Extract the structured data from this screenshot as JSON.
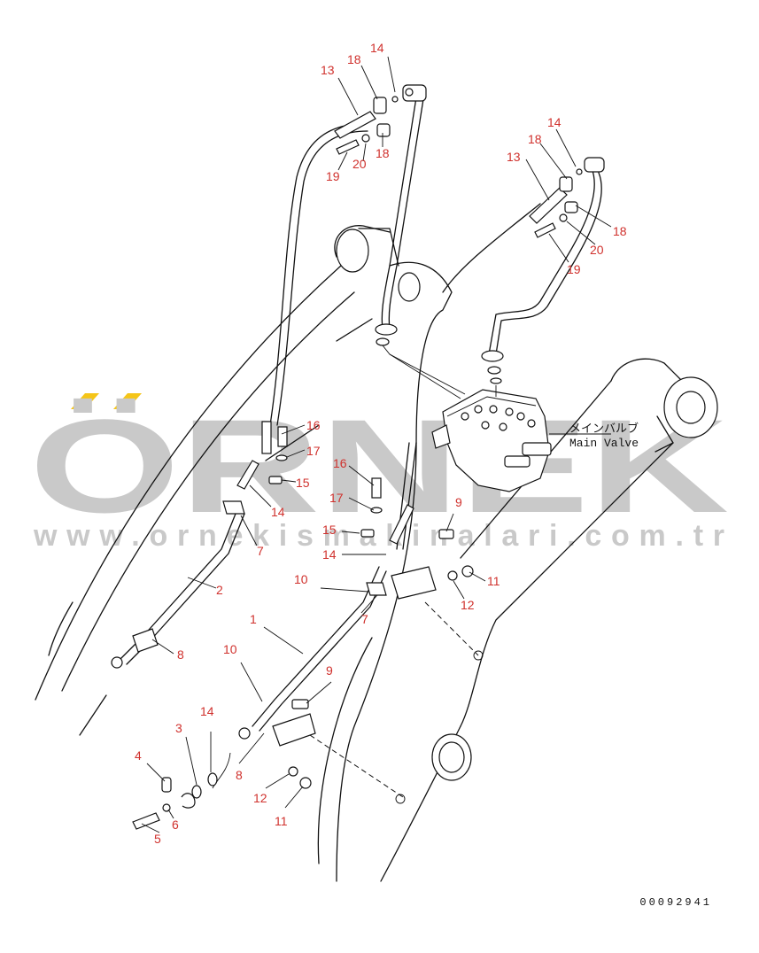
{
  "watermark": {
    "brand": "ÖRNEK",
    "url": "www.ornekismakinalari.com.tr",
    "accent_color": "#f5c518",
    "text_color": "#c9c9c9"
  },
  "diagram": {
    "main_valve_jp": "メインバルブ",
    "main_valve_en": "Main Valve",
    "figure_code": "00092941"
  },
  "callouts": [
    {
      "id": "c1",
      "text": "13"
    },
    {
      "id": "c2",
      "text": "18"
    },
    {
      "id": "c3",
      "text": "14"
    },
    {
      "id": "c4",
      "text": "19"
    },
    {
      "id": "c5",
      "text": "20"
    },
    {
      "id": "c6",
      "text": "18"
    },
    {
      "id": "c7",
      "text": "14"
    },
    {
      "id": "c8",
      "text": "18"
    },
    {
      "id": "c9",
      "text": "13"
    },
    {
      "id": "c10",
      "text": "18"
    },
    {
      "id": "c11",
      "text": "20"
    },
    {
      "id": "c12",
      "text": "19"
    },
    {
      "id": "c13",
      "text": "16"
    },
    {
      "id": "c14",
      "text": "17"
    },
    {
      "id": "c15",
      "text": "15"
    },
    {
      "id": "c16",
      "text": "14"
    },
    {
      "id": "c17",
      "text": "7"
    },
    {
      "id": "c18",
      "text": "2"
    },
    {
      "id": "c19",
      "text": "8"
    },
    {
      "id": "c20",
      "text": "16"
    },
    {
      "id": "c21",
      "text": "17"
    },
    {
      "id": "c22",
      "text": "9"
    },
    {
      "id": "c23",
      "text": "15"
    },
    {
      "id": "c24",
      "text": "14"
    },
    {
      "id": "c25",
      "text": "10"
    },
    {
      "id": "c26",
      "text": "11"
    },
    {
      "id": "c27",
      "text": "12"
    },
    {
      "id": "c28",
      "text": "7"
    },
    {
      "id": "c29",
      "text": "1"
    },
    {
      "id": "c30",
      "text": "10"
    },
    {
      "id": "c31",
      "text": "9"
    },
    {
      "id": "c32",
      "text": "14"
    },
    {
      "id": "c33",
      "text": "3"
    },
    {
      "id": "c34",
      "text": "8"
    },
    {
      "id": "c35",
      "text": "4"
    },
    {
      "id": "c36",
      "text": "6"
    },
    {
      "id": "c37",
      "text": "5"
    },
    {
      "id": "c38",
      "text": "12"
    },
    {
      "id": "c39",
      "text": "11"
    }
  ]
}
